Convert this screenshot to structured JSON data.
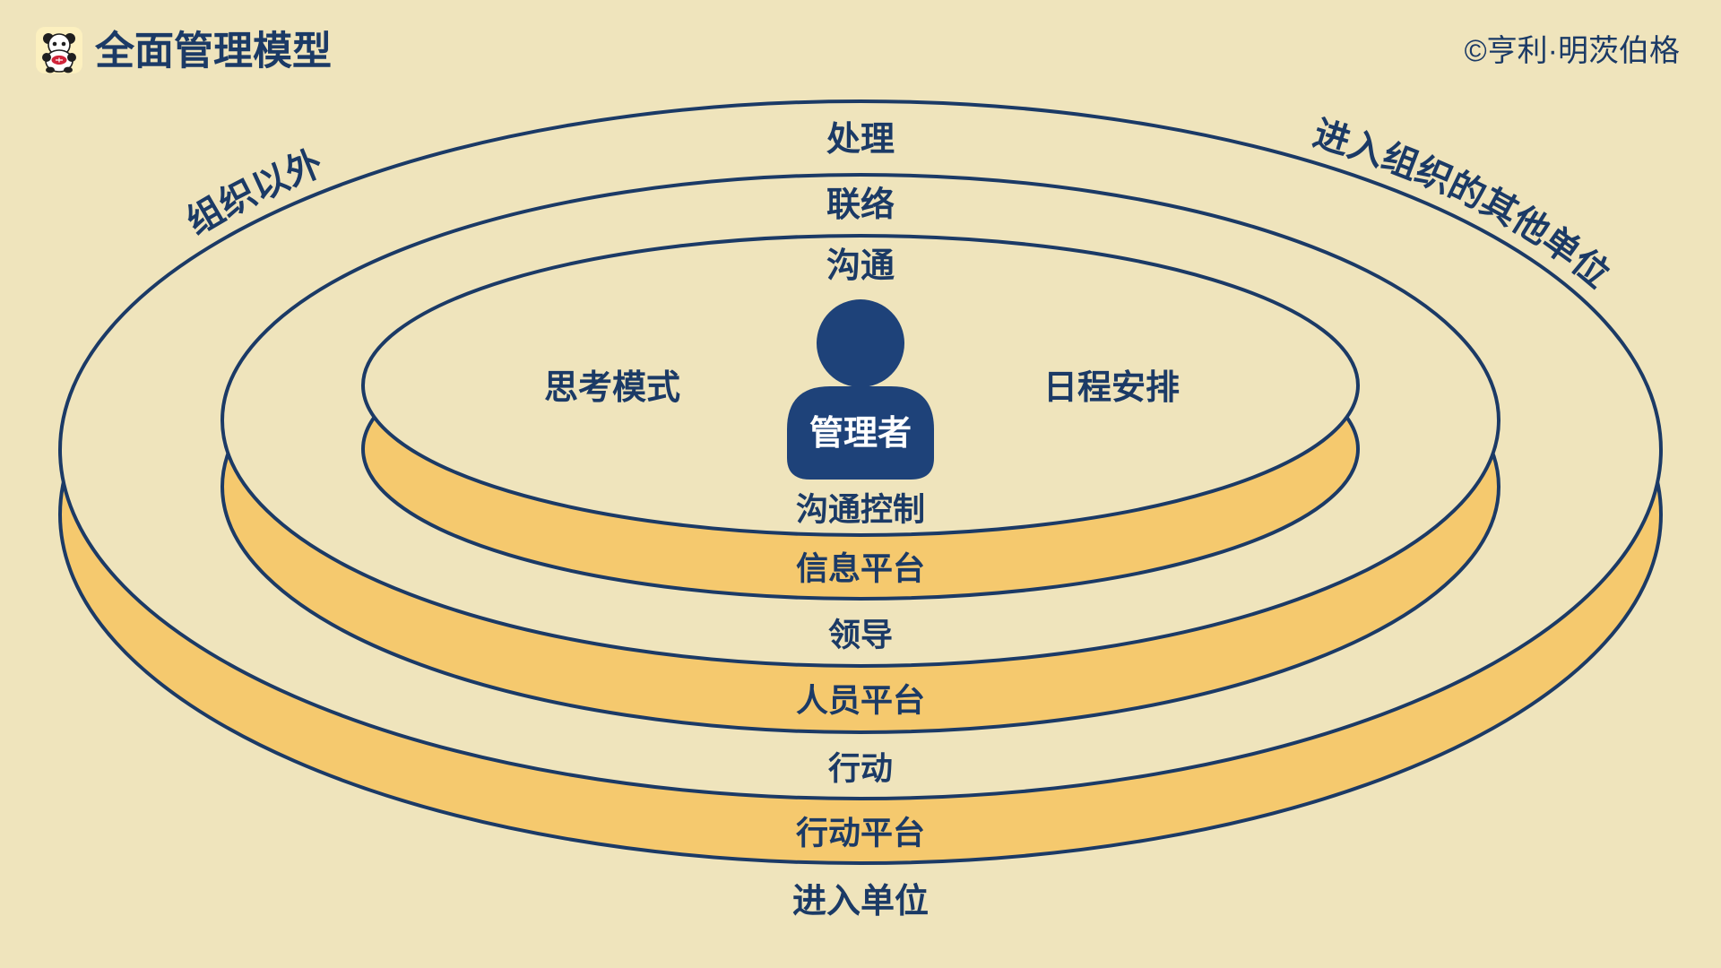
{
  "colors": {
    "background": "#efe4bc",
    "band_gold": "#f5c96e",
    "outline_navy": "#1b3a66",
    "person_navy": "#1e4279",
    "person_text": "#ffffff",
    "logo_badge_red": "#d0243a"
  },
  "header": {
    "logo_icon": "panda-icon",
    "title": "全面管理模型",
    "copyright": "©亨利·明茨伯格"
  },
  "diagram": {
    "outside_left": "组织以外",
    "outside_right": "进入组织的其他单位",
    "top_labels": [
      "处理",
      "联络",
      "沟通"
    ],
    "center": {
      "left": "思考模式",
      "person": "管理者",
      "right": "日程安排"
    },
    "bottom_labels": [
      "沟通控制",
      "信息平台",
      "领导",
      "人员平台",
      "行动",
      "行动平台",
      "进入单位"
    ],
    "band_labels": [
      "信息平台",
      "人员平台",
      "行动平台"
    ]
  }
}
